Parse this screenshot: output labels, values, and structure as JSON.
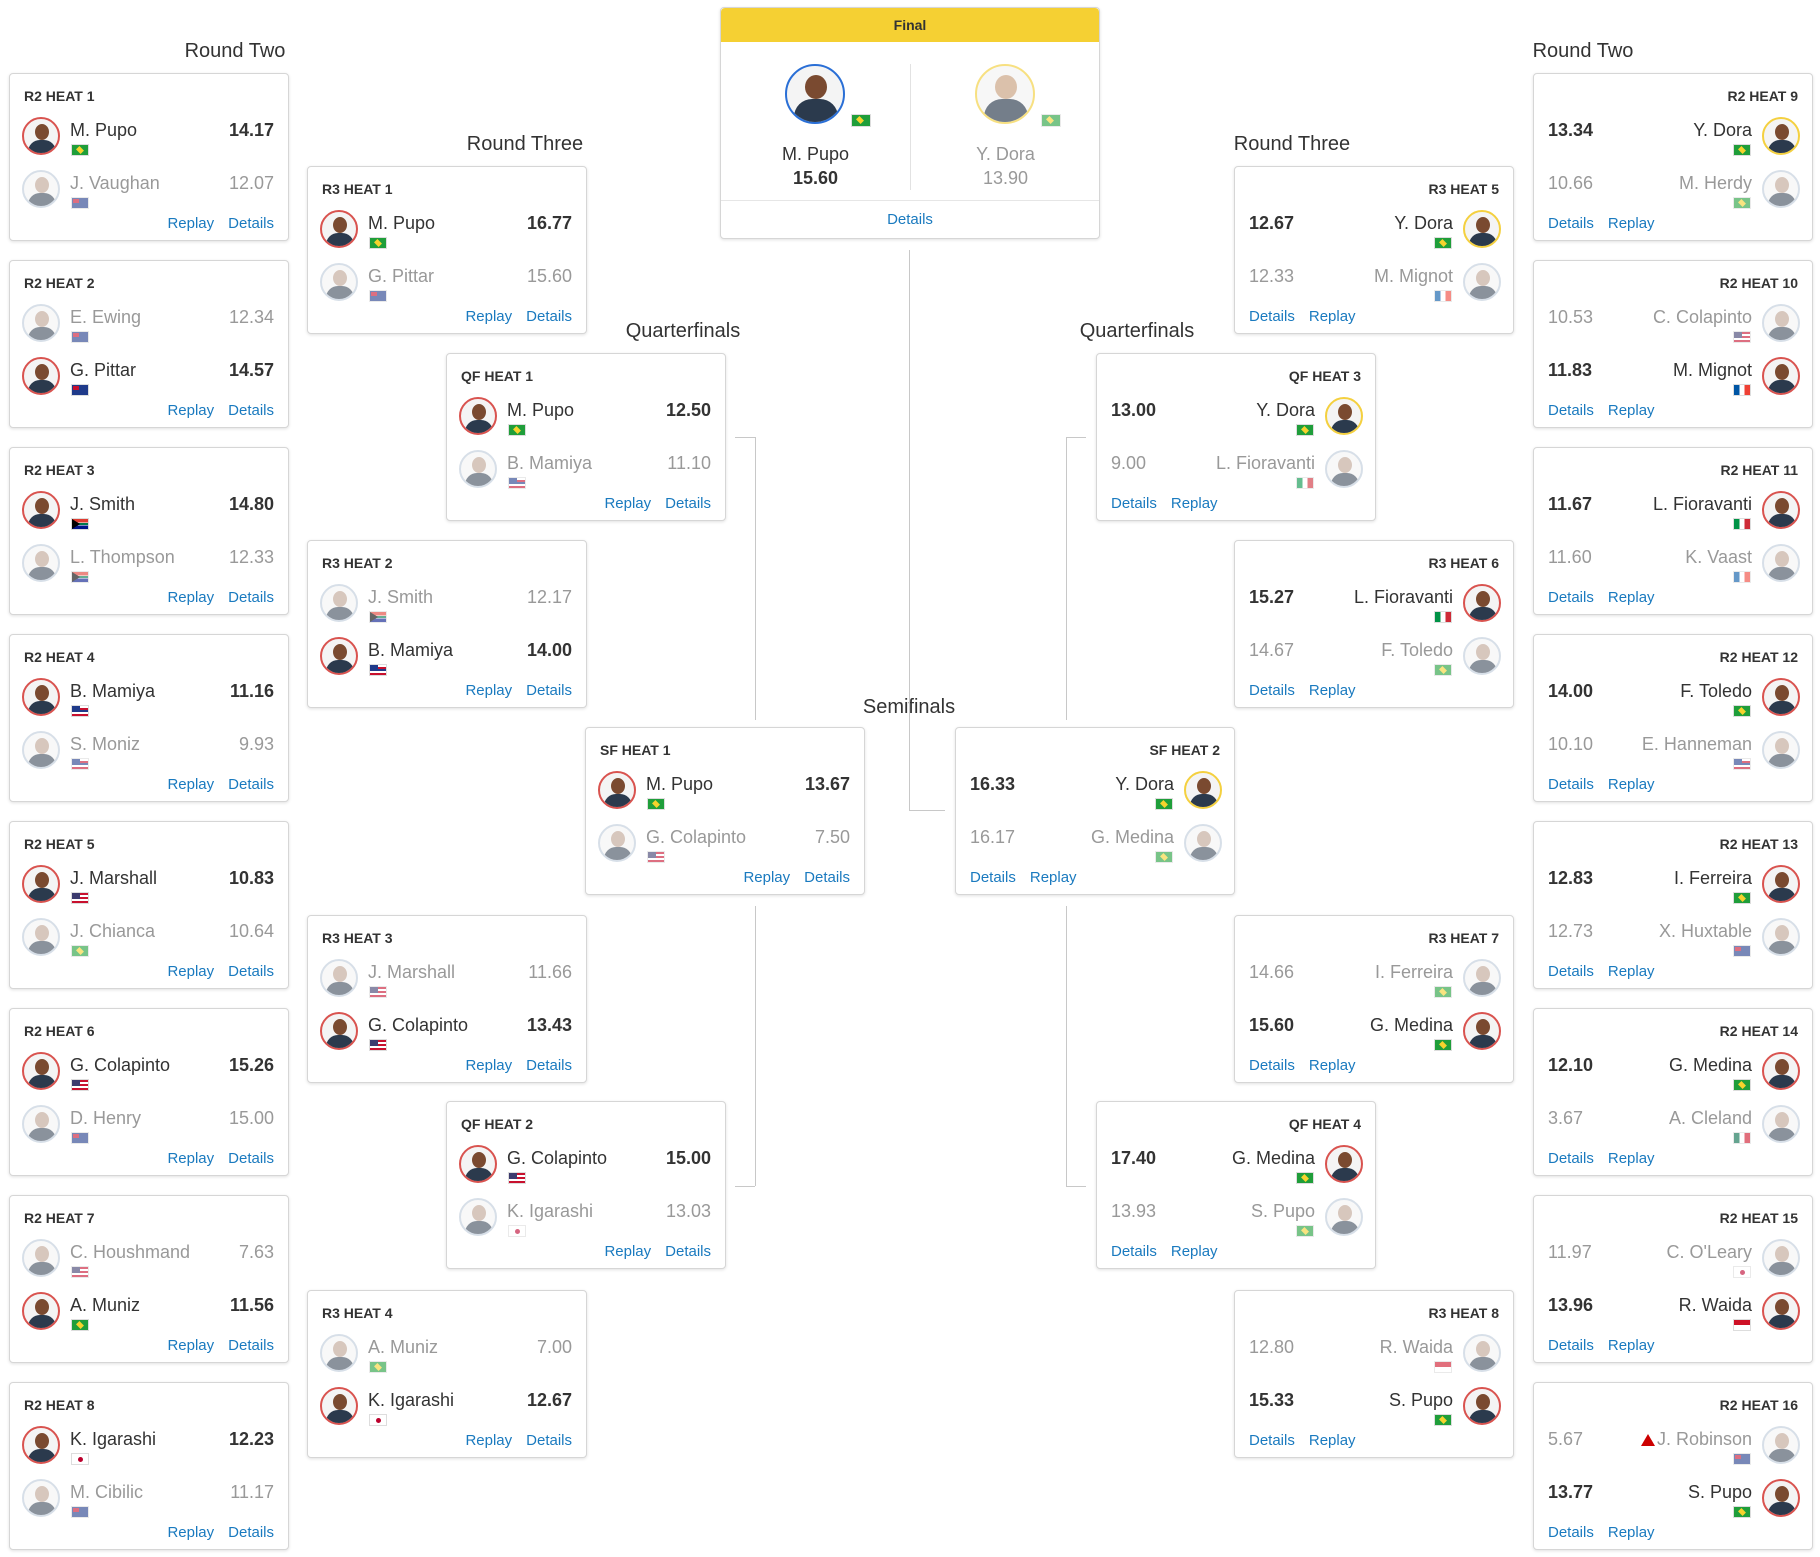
{
  "labels": {
    "round_two": "Round Two",
    "round_three": "Round Three",
    "quarterfinals": "Quarterfinals",
    "semifinals": "Semifinals"
  },
  "links": {
    "replay": "Replay",
    "details": "Details"
  },
  "final": {
    "title": "Final",
    "details": "Details",
    "a": {
      "name": "M. Pupo",
      "score": "15.60",
      "flag": "BRA"
    },
    "b": {
      "name": "Y. Dora",
      "score": "13.90",
      "flag": "BRA"
    }
  },
  "heats": [
    {
      "title": "R2 HEAT 1",
      "p": [
        {
          "name": "M. Pupo",
          "score": "14.17",
          "flag": "BRA",
          "win": true
        },
        {
          "name": "J. Vaughan",
          "score": "12.07",
          "flag": "AUS",
          "win": false
        }
      ]
    },
    {
      "title": "R2 HEAT 2",
      "p": [
        {
          "name": "E. Ewing",
          "score": "12.34",
          "flag": "AUS",
          "win": false
        },
        {
          "name": "G. Pittar",
          "score": "14.57",
          "flag": "AUS",
          "win": true
        }
      ]
    },
    {
      "title": "R2 HEAT 3",
      "p": [
        {
          "name": "J. Smith",
          "score": "14.80",
          "flag": "RSA",
          "win": true
        },
        {
          "name": "L. Thompson",
          "score": "12.33",
          "flag": "RSA",
          "win": false
        }
      ]
    },
    {
      "title": "R2 HEAT 4",
      "p": [
        {
          "name": "B. Mamiya",
          "score": "11.16",
          "flag": "HAW",
          "win": true
        },
        {
          "name": "S. Moniz",
          "score": "9.93",
          "flag": "HAW",
          "win": false
        }
      ]
    },
    {
      "title": "R2 HEAT 5",
      "p": [
        {
          "name": "J. Marshall",
          "score": "10.83",
          "flag": "USA",
          "win": true
        },
        {
          "name": "J. Chianca",
          "score": "10.64",
          "flag": "BRA",
          "win": false
        }
      ]
    },
    {
      "title": "R2 HEAT 6",
      "p": [
        {
          "name": "G. Colapinto",
          "score": "15.26",
          "flag": "USA",
          "win": true
        },
        {
          "name": "D. Henry",
          "score": "15.00",
          "flag": "AUS",
          "win": false
        }
      ]
    },
    {
      "title": "R2 HEAT 7",
      "p": [
        {
          "name": "C. Houshmand",
          "score": "7.63",
          "flag": "USA",
          "win": false
        },
        {
          "name": "A. Muniz",
          "score": "11.56",
          "flag": "BRA",
          "win": true
        }
      ]
    },
    {
      "title": "R2 HEAT 8",
      "p": [
        {
          "name": "K. Igarashi",
          "score": "12.23",
          "flag": "JPN",
          "win": true
        },
        {
          "name": "M. Cibilic",
          "score": "11.17",
          "flag": "AUS",
          "win": false
        }
      ]
    },
    {
      "title": "R3 HEAT 1",
      "p": [
        {
          "name": "M. Pupo",
          "score": "16.77",
          "flag": "BRA",
          "win": true
        },
        {
          "name": "G. Pittar",
          "score": "15.60",
          "flag": "AUS",
          "win": false
        }
      ]
    },
    {
      "title": "R3 HEAT 2",
      "p": [
        {
          "name": "J. Smith",
          "score": "12.17",
          "flag": "RSA",
          "win": false
        },
        {
          "name": "B. Mamiya",
          "score": "14.00",
          "flag": "HAW",
          "win": true
        }
      ]
    },
    {
      "title": "R3 HEAT 3",
      "p": [
        {
          "name": "J. Marshall",
          "score": "11.66",
          "flag": "USA",
          "win": false
        },
        {
          "name": "G. Colapinto",
          "score": "13.43",
          "flag": "USA",
          "win": true
        }
      ]
    },
    {
      "title": "R3 HEAT 4",
      "p": [
        {
          "name": "A. Muniz",
          "score": "7.00",
          "flag": "BRA",
          "win": false
        },
        {
          "name": "K. Igarashi",
          "score": "12.67",
          "flag": "JPN",
          "win": true
        }
      ]
    },
    {
      "title": "QF HEAT 1",
      "p": [
        {
          "name": "M. Pupo",
          "score": "12.50",
          "flag": "BRA",
          "win": true
        },
        {
          "name": "B. Mamiya",
          "score": "11.10",
          "flag": "HAW",
          "win": false
        }
      ]
    },
    {
      "title": "QF HEAT 2",
      "p": [
        {
          "name": "G. Colapinto",
          "score": "15.00",
          "flag": "USA",
          "win": true
        },
        {
          "name": "K. Igarashi",
          "score": "13.03",
          "flag": "JPN",
          "win": false
        }
      ]
    },
    {
      "title": "SF HEAT 1",
      "p": [
        {
          "name": "M. Pupo",
          "score": "13.67",
          "flag": "BRA",
          "win": true
        },
        {
          "name": "G. Colapinto",
          "score": "7.50",
          "flag": "USA",
          "win": false
        }
      ]
    },
    {
      "title": "SF HEAT 2",
      "p": [
        {
          "name": "Y. Dora",
          "score": "16.33",
          "flag": "BRA",
          "win": true,
          "yellow": true
        },
        {
          "name": "G. Medina",
          "score": "16.17",
          "flag": "BRA",
          "win": false
        }
      ]
    },
    {
      "title": "QF HEAT 3",
      "p": [
        {
          "name": "Y. Dora",
          "score": "13.00",
          "flag": "BRA",
          "win": true,
          "yellow": true
        },
        {
          "name": "L. Fioravanti",
          "score": "9.00",
          "flag": "ITA",
          "win": false
        }
      ]
    },
    {
      "title": "QF HEAT 4",
      "p": [
        {
          "name": "G. Medina",
          "score": "17.40",
          "flag": "BRA",
          "win": true
        },
        {
          "name": "S. Pupo",
          "score": "13.93",
          "flag": "BRA",
          "win": false
        }
      ]
    },
    {
      "title": "R3 HEAT 5",
      "p": [
        {
          "name": "Y. Dora",
          "score": "12.67",
          "flag": "BRA",
          "win": true,
          "yellow": true
        },
        {
          "name": "M. Mignot",
          "score": "12.33",
          "flag": "FRA",
          "win": false
        }
      ]
    },
    {
      "title": "R3 HEAT 6",
      "p": [
        {
          "name": "L. Fioravanti",
          "score": "15.27",
          "flag": "ITA",
          "win": true
        },
        {
          "name": "F. Toledo",
          "score": "14.67",
          "flag": "BRA",
          "win": false
        }
      ]
    },
    {
      "title": "R3 HEAT 7",
      "p": [
        {
          "name": "I. Ferreira",
          "score": "14.66",
          "flag": "BRA",
          "win": false
        },
        {
          "name": "G. Medina",
          "score": "15.60",
          "flag": "BRA",
          "win": true
        }
      ]
    },
    {
      "title": "R3 HEAT 8",
      "p": [
        {
          "name": "R. Waida",
          "score": "12.80",
          "flag": "IDN",
          "win": false
        },
        {
          "name": "S. Pupo",
          "score": "15.33",
          "flag": "BRA",
          "win": true
        }
      ]
    },
    {
      "title": "R2 HEAT 9",
      "p": [
        {
          "name": "Y. Dora",
          "score": "13.34",
          "flag": "BRA",
          "win": true,
          "yellow": true
        },
        {
          "name": "M. Herdy",
          "score": "10.66",
          "flag": "BRA",
          "win": false
        }
      ]
    },
    {
      "title": "R2 HEAT 10",
      "p": [
        {
          "name": "C. Colapinto",
          "score": "10.53",
          "flag": "USA",
          "win": false
        },
        {
          "name": "M. Mignot",
          "score": "11.83",
          "flag": "FRA",
          "win": true
        }
      ]
    },
    {
      "title": "R2 HEAT 11",
      "p": [
        {
          "name": "L. Fioravanti",
          "score": "11.67",
          "flag": "ITA",
          "win": true
        },
        {
          "name": "K. Vaast",
          "score": "11.60",
          "flag": "FRA",
          "win": false
        }
      ]
    },
    {
      "title": "R2 HEAT 12",
      "p": [
        {
          "name": "F. Toledo",
          "score": "14.00",
          "flag": "BRA",
          "win": true
        },
        {
          "name": "E. Hanneman",
          "score": "10.10",
          "flag": "HAW",
          "win": false
        }
      ]
    },
    {
      "title": "R2 HEAT 13",
      "p": [
        {
          "name": "I. Ferreira",
          "score": "12.83",
          "flag": "BRA",
          "win": true
        },
        {
          "name": "X. Huxtable",
          "score": "12.73",
          "flag": "AUS",
          "win": false
        }
      ]
    },
    {
      "title": "R2 HEAT 14",
      "p": [
        {
          "name": "G. Medina",
          "score": "12.10",
          "flag": "BRA",
          "win": true
        },
        {
          "name": "A. Cleland",
          "score": "3.67",
          "flag": "MEX",
          "win": false
        }
      ]
    },
    {
      "title": "R2 HEAT 15",
      "p": [
        {
          "name": "C. O'Leary",
          "score": "11.97",
          "flag": "JPN",
          "win": false
        },
        {
          "name": "R. Waida",
          "score": "13.96",
          "flag": "IDN",
          "win": true
        }
      ]
    },
    {
      "title": "R2 HEAT 16",
      "p": [
        {
          "name": "J. Robinson",
          "score": "5.67",
          "flag": "AUS",
          "win": false,
          "injury": true
        },
        {
          "name": "S. Pupo",
          "score": "13.77",
          "flag": "BRA",
          "win": true
        }
      ]
    }
  ]
}
